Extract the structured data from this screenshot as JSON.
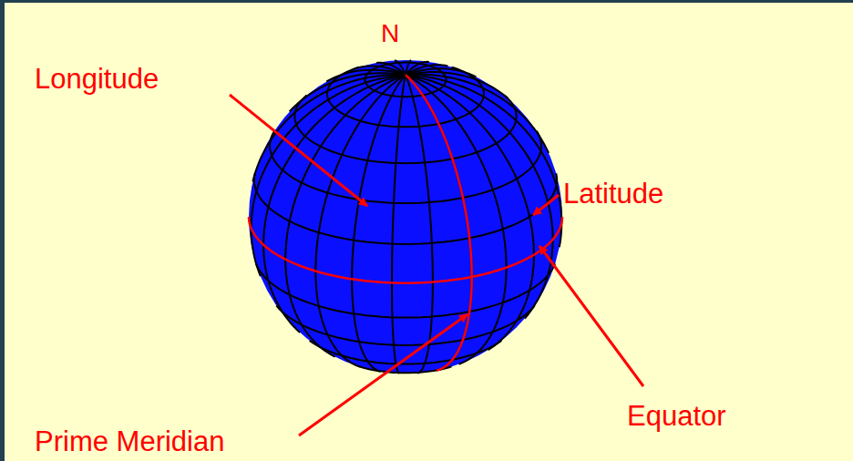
{
  "diagram": {
    "labels": [
      "N",
      "Longitude",
      "Latitude",
      "Prime Meridian",
      "Equator"
    ]
  }
}
